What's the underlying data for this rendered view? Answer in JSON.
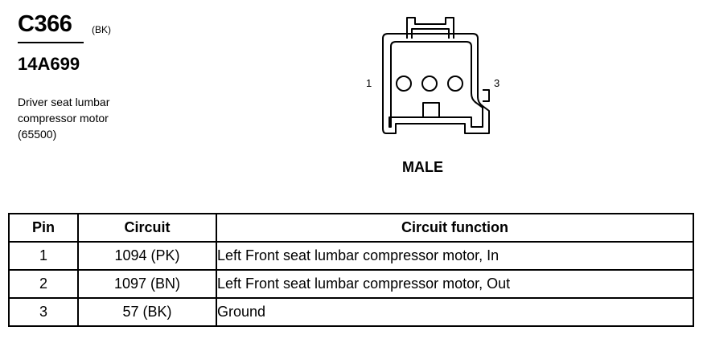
{
  "connector": {
    "id": "C366",
    "color": "(BK)",
    "part_number": "14A699",
    "description_lines": [
      "Driver seat lumbar",
      "compressor motor",
      "(65500)"
    ]
  },
  "diagram": {
    "pin_left_label": "1",
    "pin_right_label": "3",
    "gender": "MALE"
  },
  "table": {
    "headers": [
      "Pin",
      "Circuit",
      "Circuit function"
    ],
    "rows": [
      {
        "pin": "1",
        "circuit": "1094 (PK)",
        "function": "Left Front seat lumbar compressor motor, In"
      },
      {
        "pin": "2",
        "circuit": "1097 (BN)",
        "function": "Left Front seat lumbar compressor motor, Out"
      },
      {
        "pin": "3",
        "circuit": "57 (BK)",
        "function": "Ground"
      }
    ]
  }
}
